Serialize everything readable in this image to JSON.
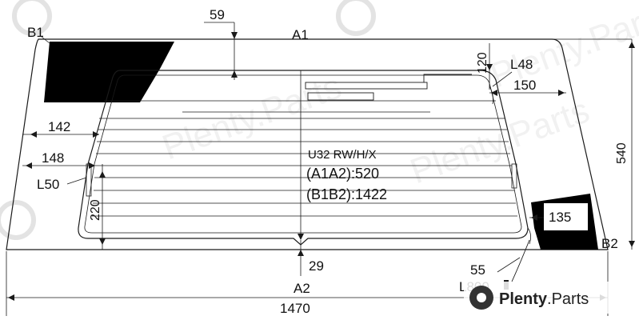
{
  "diagram": {
    "part_code": "U32 RW/H/X",
    "spec_a": "(A1A2):520",
    "spec_b": "(B1B2):1422",
    "corner_b1": "B1",
    "corner_b2": "B2",
    "edge_a1": "A1",
    "edge_a2": "A2",
    "dims": {
      "top_offset": "59",
      "bottom_offset": "29",
      "left_margin": "142",
      "left_margin_lower": "148",
      "left_height": "220",
      "right_height": "540",
      "corner_top_v": "120",
      "corner_top_h": "150",
      "lower_right": "135",
      "total_width": "1470",
      "bottom_right_55": "55"
    },
    "labels": {
      "l48": "L48",
      "l50": "L50",
      "l800": "L800"
    }
  },
  "watermark": {
    "brand": "Plenty.Parts",
    "brand_bold": "Plenty",
    "brand_rest": ".Parts"
  },
  "colors": {
    "line": "#1a1a1a",
    "black_patch": "#000000",
    "watermark": "#d8d8d8"
  }
}
